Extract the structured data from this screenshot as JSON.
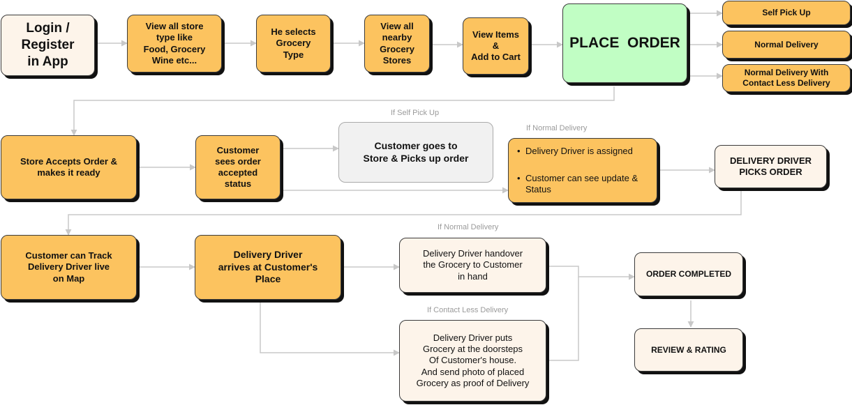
{
  "nodes": {
    "login": "Login /\nRegister\nin App",
    "store_types": "View all store\ntype like\nFood, Grocery\nWine etc...",
    "selects_grocery": "He selects\nGrocery\nType",
    "nearby_stores": "View all\nnearby\nGrocery\nStores",
    "add_to_cart": "View Items\n&\nAdd to Cart",
    "place_order": "PLACE  ORDER",
    "self_pickup": "Self Pick Up",
    "normal_delivery": "Normal Delivery",
    "contactless_delivery": "Normal Delivery With\nContact Less Delivery",
    "store_accepts": "Store Accepts Order &\nmakes it ready",
    "customer_sees_status": "Customer\nsees order\naccepted\nstatus",
    "customer_picks_up": "Customer goes to\nStore & Picks up order",
    "driver_assigned": [
      "Delivery Driver is assigned",
      "Customer can see update & Status"
    ],
    "driver_picks_order": "DELIVERY DRIVER\nPICKS ORDER",
    "track_driver": "Customer can Track\nDelivery Driver live\non Map",
    "driver_arrives": "Delivery Driver\narrives at Customer's\nPlace",
    "handover": "Delivery Driver handover\nthe Grocery to Customer\nin hand",
    "doorstep": "Delivery Driver puts\nGrocery at the doorsteps\nOf Customer's house.\nAnd send photo of placed\nGrocery as proof of Delivery",
    "order_completed": "ORDER COMPLETED",
    "review_rating": "REVIEW & RATING"
  },
  "conditions": {
    "self_pickup": "If Self Pick Up",
    "normal_delivery_1": "If Normal Delivery",
    "normal_delivery_2": "If Normal Delivery",
    "contactless": "If Contact Less Delivery"
  },
  "colors": {
    "orange": "#fcc35f",
    "cream": "#fdf4ea",
    "green": "#c1fec4",
    "grey": "#f1f1f1",
    "connector": "#c8c8c8"
  }
}
